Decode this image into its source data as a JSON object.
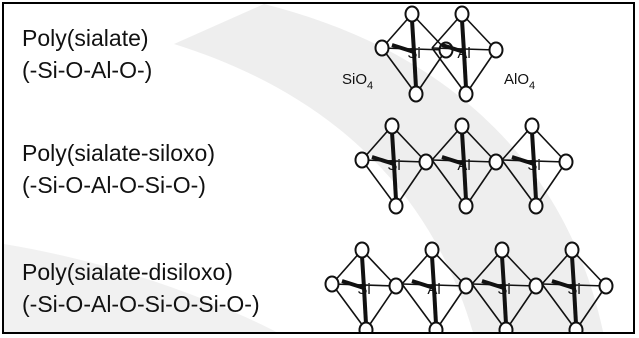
{
  "rows": [
    {
      "name": "Poly(sialate)",
      "formula": "(-Si-O-Al-O-)",
      "units": [
        "Si",
        "Al"
      ],
      "left_label": "SiO",
      "left_label_sub": "4",
      "right_label": "AlO",
      "right_label_sub": "4"
    },
    {
      "name": "Poly(sialate-siloxo)",
      "formula": "(-Si-O-Al-O-Si-O-)",
      "units": [
        "Si",
        "Al",
        "Si"
      ]
    },
    {
      "name": "Poly(sialate-disiloxo)",
      "formula": "(-Si-O-Al-O-Si-O-Si-O-)",
      "units": [
        "Si",
        "Al",
        "Si",
        "Si"
      ]
    }
  ],
  "atoms": {
    "oxygen": "O"
  },
  "colors": {
    "ink": "#111111",
    "watermark": "#eeeeee"
  }
}
